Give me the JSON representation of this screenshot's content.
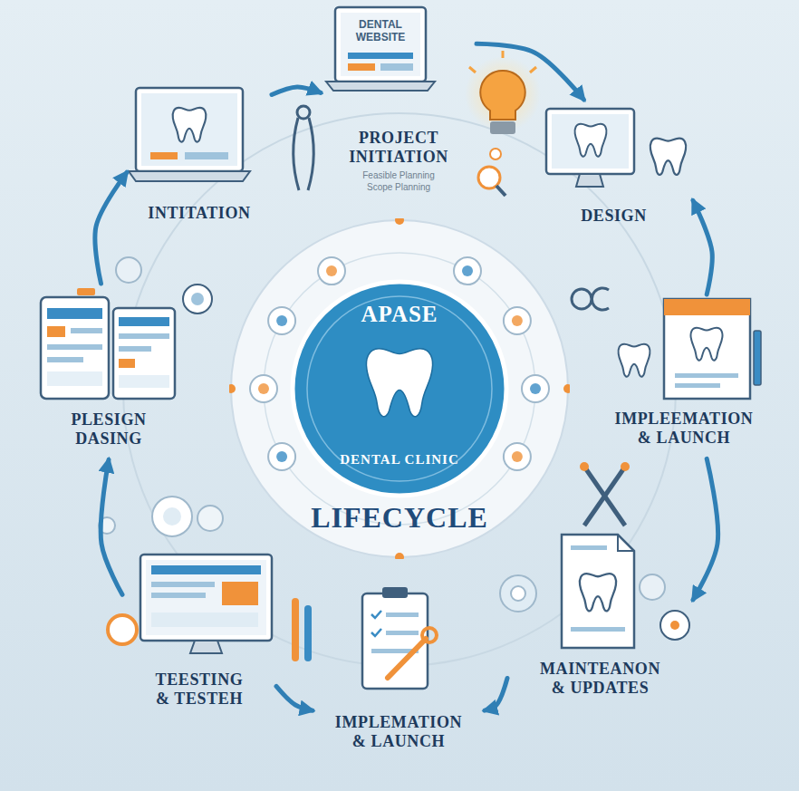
{
  "diagram": {
    "nodes": [
      {
        "text": [
          "PROJECT INITIATION",
          "Feasible Planning",
          "Scope Planning"
        ]
      },
      {
        "text": [
          "INTITATION"
        ]
      },
      {
        "text": [
          "DESIGN"
        ]
      },
      {
        "text": [
          "APASE",
          "DENTAL CLINIC",
          "LIFECYCLE"
        ]
      },
      {
        "text": [
          "PLESIGN DASING"
        ]
      },
      {
        "text": [
          "IMPLEEMATION & LAUNCH"
        ]
      },
      {
        "text": [
          "TEESTING & TESTEH"
        ]
      },
      {
        "text": [
          "MAINTEANON & UPDATES"
        ]
      },
      {
        "text": [
          "IMPLEMATION & LAUNCH"
        ]
      }
    ],
    "edges": [
      {
        "from": 1,
        "to": 0,
        "arrow": "to"
      },
      {
        "from": 0,
        "to": 2,
        "arrow": "to"
      },
      {
        "from": 4,
        "to": 1,
        "arrow": "to"
      },
      {
        "from": 6,
        "to": 4,
        "arrow": "to"
      },
      {
        "from": 6,
        "to": 8,
        "arrow": "to"
      },
      {
        "from": 7,
        "to": 8,
        "arrow": "to"
      },
      {
        "from": 5,
        "to": 2,
        "arrow": "to"
      },
      {
        "from": 5,
        "to": 7,
        "arrow": "to"
      }
    ],
    "labels": [
      "DENTAL WEBSITE"
    ]
  }
}
